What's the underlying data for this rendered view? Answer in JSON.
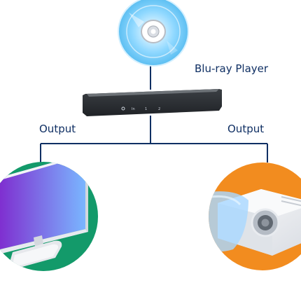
{
  "labels": {
    "source": "Blu-ray Player",
    "output_left": "Output",
    "output_right": "Output"
  },
  "device_panel": {
    "port_in": "In",
    "port_1": "1",
    "port_2": "2"
  },
  "icons": {
    "source": "blu-ray-disc-icon",
    "splitter": "hdmi-splitter-box-icon",
    "left_display": "computer-monitor-icon",
    "right_display": "projector-icon"
  },
  "colors": {
    "connector": "#0f2f63",
    "left_circle": "#139a6a",
    "right_circle": "#f28c1f",
    "monitor_screen_start": "#7f2fd0",
    "monitor_screen_end": "#7ab6ff",
    "device_body": "#2f3338"
  }
}
